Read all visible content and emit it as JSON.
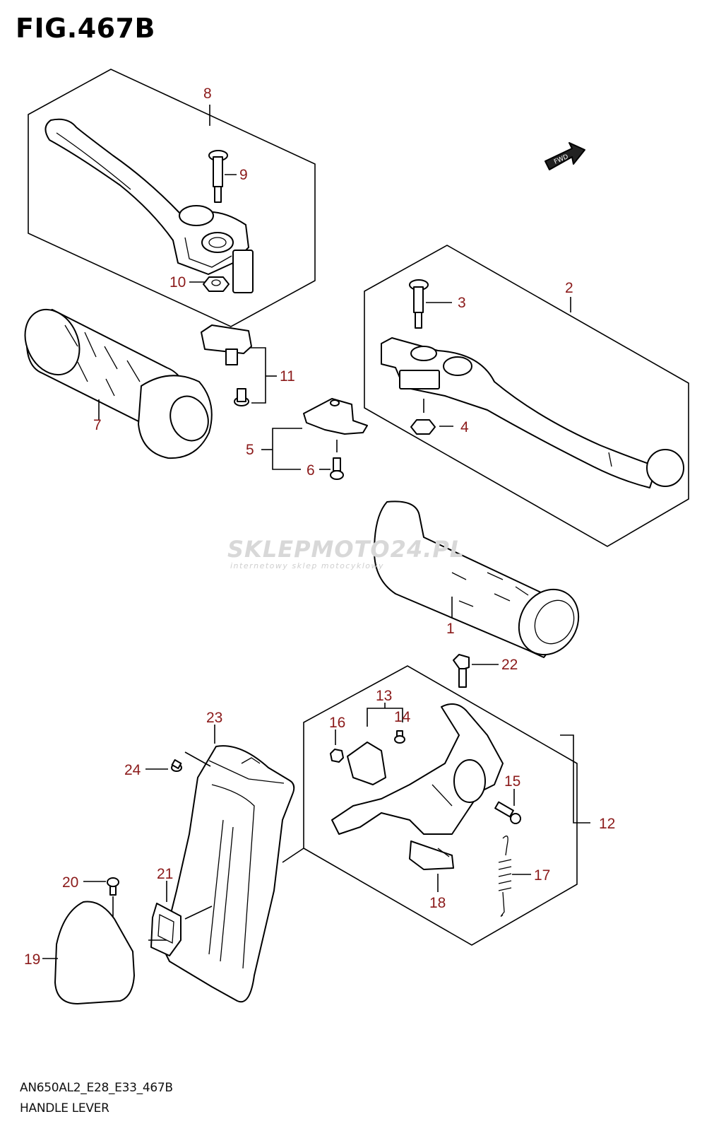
{
  "figure": {
    "title": "FIG.467B",
    "model_code": "AN650AL2_E28_E33_467B",
    "caption": "HANDLE LEVER",
    "fwd_label": "FWD"
  },
  "watermark": {
    "brand": "SKLEPMOTO24.PL",
    "tagline": "internetowy sklep motocyklowy"
  },
  "part_labels": [
    "1",
    "2",
    "3",
    "4",
    "5",
    "6",
    "7",
    "8",
    "9",
    "10",
    "11",
    "12",
    "13",
    "14",
    "15",
    "16",
    "17",
    "18",
    "19",
    "20",
    "21",
    "22",
    "23",
    "24"
  ],
  "colors": {
    "label": "#8b1a1a",
    "line": "#000000",
    "watermark": "#d8d8d8"
  }
}
